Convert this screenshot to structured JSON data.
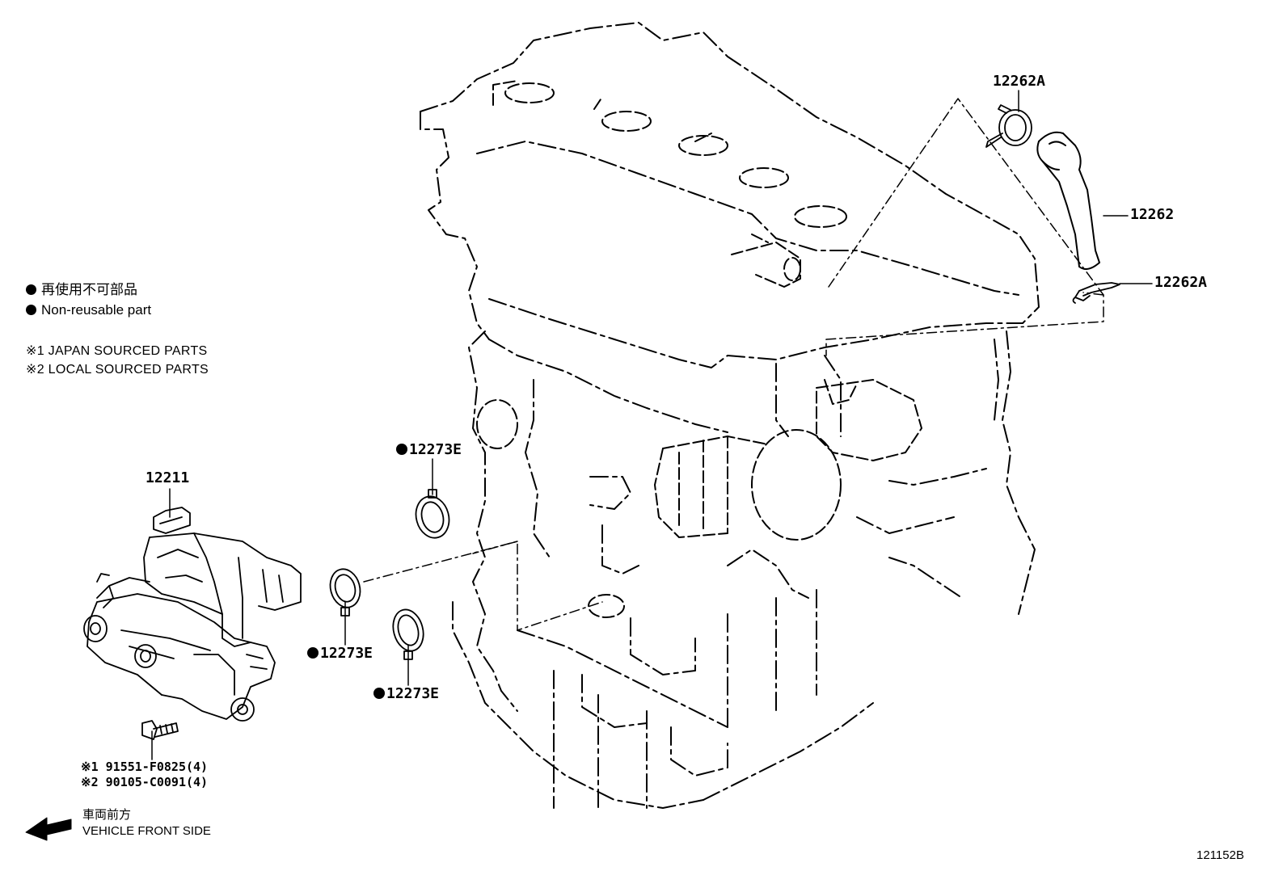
{
  "legend": {
    "non_reusable_jp": "再使用不可部品",
    "non_reusable_en": "Non-reusable part",
    "note1": "※1 JAPAN SOURCED PARTS",
    "note2": "※2 LOCAL SOURCED PARTS"
  },
  "parts": {
    "p12262A_top": "12262A",
    "p12262": "12262",
    "p12262A_clip": "12262A",
    "p12211": "12211",
    "p12273E_a": "12273E",
    "p12273E_b": "12273E",
    "p12273E_c": "12273E",
    "bolt_japan": "※1 91551-F0825(4)",
    "bolt_local": "※2 90105-C0091(4)"
  },
  "direction": {
    "jp": "車両前方",
    "en": "VEHICLE FRONT SIDE"
  },
  "figure_number": "121152B"
}
